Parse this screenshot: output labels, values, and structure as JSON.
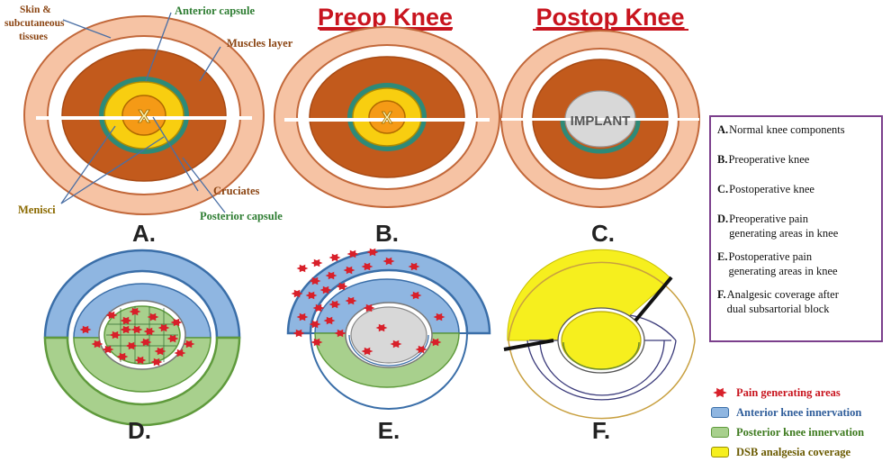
{
  "titles": {
    "preop": "Preop Knee",
    "postop": "Postop Knee"
  },
  "panels": {
    "a": {
      "letter": "A."
    },
    "b": {
      "letter": "B."
    },
    "c": {
      "letter": "C."
    },
    "d": {
      "letter": "D."
    },
    "e": {
      "letter": "E."
    },
    "f": {
      "letter": "F."
    }
  },
  "annotations": {
    "skin": [
      "Skin &",
      "subcutaneous",
      "tissues"
    ],
    "anterior_capsule": "Anterior capsule",
    "muscles_layer": "Muscles layer",
    "menisci": "Menisci",
    "cruciates": "Cruciates",
    "posterior_capsule": "Posterior capsule",
    "cruciate_mark": "X",
    "implant": "IMPLANT"
  },
  "legend": [
    {
      "key": "A.",
      "lines": [
        "Normal knee components"
      ]
    },
    {
      "key": "B.",
      "lines": [
        "Preoperative knee"
      ]
    },
    {
      "key": "C.",
      "lines": [
        "Postoperative knee"
      ]
    },
    {
      "key": "D.",
      "lines": [
        "Preoperative pain",
        "generating areas in knee"
      ]
    },
    {
      "key": "E.",
      "lines": [
        "Postoperative pain",
        "generating areas in knee"
      ]
    },
    {
      "key": "F.",
      "lines": [
        "Analgesic coverage after",
        "dual subsartorial block"
      ]
    }
  ],
  "key": {
    "pain": "Pain generating areas",
    "anterior": "Anterior knee innervation",
    "posterior": "Posterior knee innervation",
    "dsb": "DSB analgesia coverage"
  },
  "colors": {
    "skin_ring": "#f6c3a4",
    "ring_stroke": "#c2683a",
    "muscle": "#c25a1c",
    "capsule": "#2e8a78",
    "meniscus": "#f8ce10",
    "cruciate": "#f59a16",
    "implant": "#d8d8d8",
    "anterior_blue": "#8fb6e1",
    "anterior_stroke": "#3a6ea8",
    "posterior_green": "#a8d08d",
    "posterior_stroke": "#5f9a3c",
    "pain_red": "#d8202a",
    "dsb_yellow": "#f6ef1e",
    "title_red": "#c8141e",
    "annotation_brown": "#8b4513",
    "annotation_green": "#2e7d32",
    "legend_border": "#7b3f8c"
  }
}
